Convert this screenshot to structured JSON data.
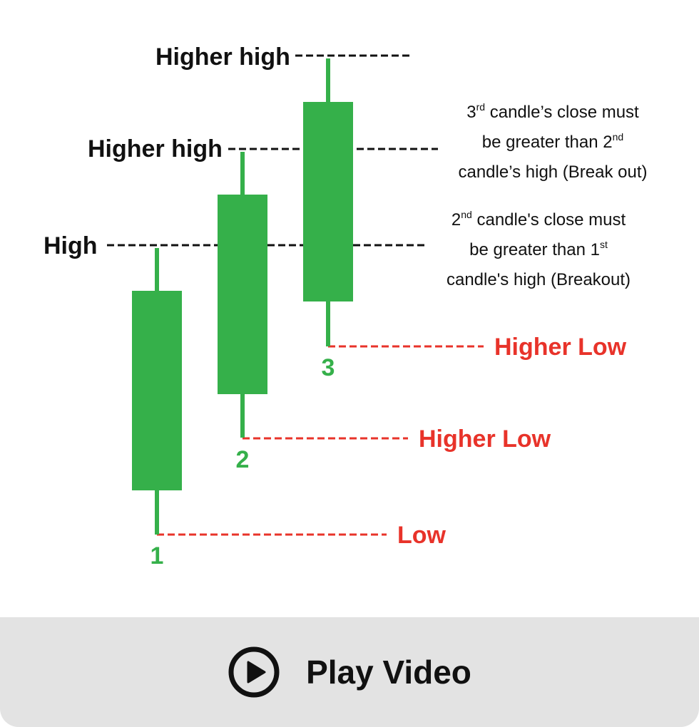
{
  "diagram": {
    "colors": {
      "candle": "#35b04a",
      "high_line": "#111111",
      "low_line": "#e8332a",
      "low_label": "#e8332a",
      "candle_number": "#35b04a"
    },
    "levels": {
      "high": "High",
      "higher_high_2": "Higher high",
      "higher_high_3": "Higher high",
      "low": "Low",
      "higher_low_2": "Higher Low",
      "higher_low_3": "Higher Low"
    },
    "candles": [
      {
        "number": "1"
      },
      {
        "number": "2"
      },
      {
        "number": "3"
      }
    ],
    "notes": {
      "breakout_3": {
        "l1a": "3",
        "l1sup": "rd",
        "l1b": " candle’s close must",
        "l2a": "be greater than 2",
        "l2sup": "nd",
        "l2b": "",
        "l3": "candle’s high (Break out)"
      },
      "breakout_2": {
        "l1a": "2",
        "l1sup": "nd",
        "l1b": " candle's close must",
        "l2a": "be greater than 1",
        "l2sup": "st",
        "l2b": "",
        "l3": "candle's high (Breakout)"
      }
    }
  },
  "footer": {
    "play_label": "Play Video",
    "icon": "play-circle-icon"
  }
}
